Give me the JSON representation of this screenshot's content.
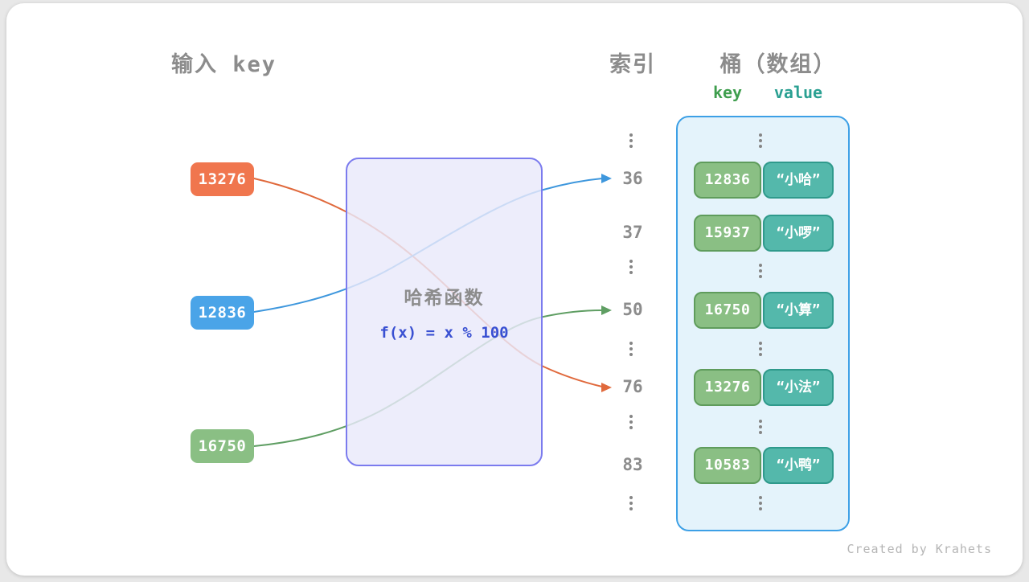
{
  "titles": {
    "input_key": "输入 key",
    "index": "索引",
    "bucket": "桶（数组）",
    "key_header": "key",
    "value_header": "value"
  },
  "hash_box": {
    "title": "哈希函数",
    "formula": "f(x) = x % 100"
  },
  "input_keys": [
    {
      "value": "13276",
      "color": "#f0764e"
    },
    {
      "value": "12836",
      "color": "#4aa4e8"
    },
    {
      "value": "16750",
      "color": "#8abf84"
    }
  ],
  "indices": [
    "36",
    "37",
    "50",
    "76",
    "83"
  ],
  "bucket_entries": [
    {
      "key": "12836",
      "value": "“小哈”"
    },
    {
      "key": "15937",
      "value": "“小啰”"
    },
    {
      "key": "16750",
      "value": "“小算”"
    },
    {
      "key": "13276",
      "value": "“小法”"
    },
    {
      "key": "10583",
      "value": "“小鸭”"
    }
  ],
  "credit": "Created by Krahets",
  "colors": {
    "orange": "#f0764e",
    "blue": "#4aa4e8",
    "green": "#8abf84",
    "green-border": "#5f9c5c",
    "teal": "#54b8ab",
    "teal-border": "#2f9a8c",
    "purple-border": "#7b7bee",
    "purple-fill": "rgba(233,233,250,0.82)",
    "bucket-border": "#3da0e6",
    "bucket-fill": "#e4f3fb",
    "gray-text": "#8c8c8c",
    "key-header": "#3f9e4e",
    "value-header": "#2aa092",
    "formula": "#3950d2",
    "arrow-orange": "#e0693c",
    "arrow-blue": "#3e97dd",
    "arrow-green": "#5f9e63",
    "credit": "#b5b5b5"
  }
}
